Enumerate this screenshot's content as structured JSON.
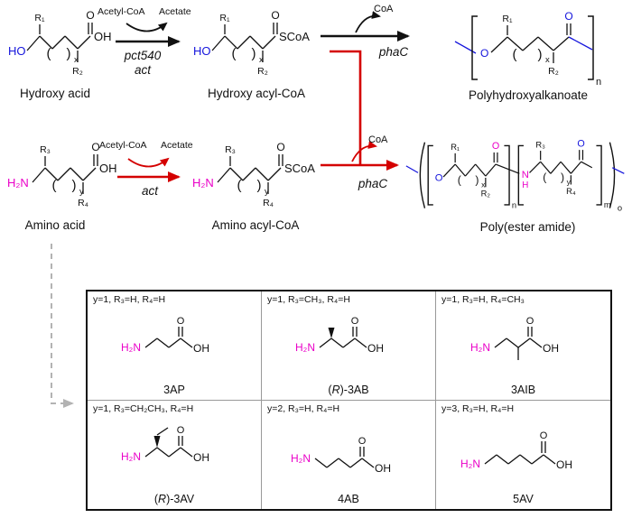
{
  "colors": {
    "backbone_blue": "#1414dc",
    "amine_magenta": "#ea00c8",
    "pathway_red": "#d40000",
    "dashed_gray": "#b3b3b3"
  },
  "labels": {
    "row1": {
      "substrate": "Hydroxy acid",
      "intermediate": "Hydroxy acyl-CoA",
      "product": "Polyhydroxyalkanoate",
      "step1_cofactor_in": "Acetyl-CoA",
      "step1_cofactor_out": "Acetate",
      "step1_enzyme1": "pct540",
      "step1_enzyme2": "act",
      "step2_cofactor_out": "CoA",
      "step2_enzyme": "phaC"
    },
    "row2": {
      "substrate": "Amino acid",
      "intermediate": "Amino acyl-CoA",
      "product": "Poly(ester amide)",
      "step1_cofactor_in": "Acetyl-CoA",
      "step1_cofactor_out": "Acetate",
      "step1_enzyme": "act",
      "step2_cofactor_out": "CoA",
      "step2_enzyme": "phaC"
    }
  },
  "atoms": {
    "ho": "HO",
    "oh": "OH",
    "o": "O",
    "scoa": "SCoA",
    "h2n": "H₂N",
    "n": "N",
    "h": "H",
    "r1": "R₁",
    "r2": "R₂",
    "r3": "R₃",
    "r4": "R₄",
    "sub_x": "x",
    "sub_y": "y",
    "sub_n": "n",
    "sub_m": "m",
    "sub_o": "o",
    "paren_open": "(",
    "paren_close": ")"
  },
  "table": {
    "cells": [
      {
        "condition": "y=1, R₃=H, R₄=H",
        "name_prefix": "3AP",
        "name_italic": "",
        "name_suffix": ""
      },
      {
        "condition": "y=1, R₃=CH₃, R₄=H",
        "name_prefix": "(",
        "name_italic": "R",
        "name_suffix": ")-3AB"
      },
      {
        "condition": "y=1, R₃=H, R₄=CH₃",
        "name_prefix": "3AIB",
        "name_italic": "",
        "name_suffix": ""
      },
      {
        "condition": "y=1, R₃=CH₂CH₃, R₄=H",
        "name_prefix": "(",
        "name_italic": "R",
        "name_suffix": ")-3AV"
      },
      {
        "condition": "y=2, R₃=H, R₄=H",
        "name_prefix": "4AB",
        "name_italic": "",
        "name_suffix": ""
      },
      {
        "condition": "y=3, R₃=H, R₄=H",
        "name_prefix": "5AV",
        "name_italic": "",
        "name_suffix": ""
      }
    ]
  }
}
